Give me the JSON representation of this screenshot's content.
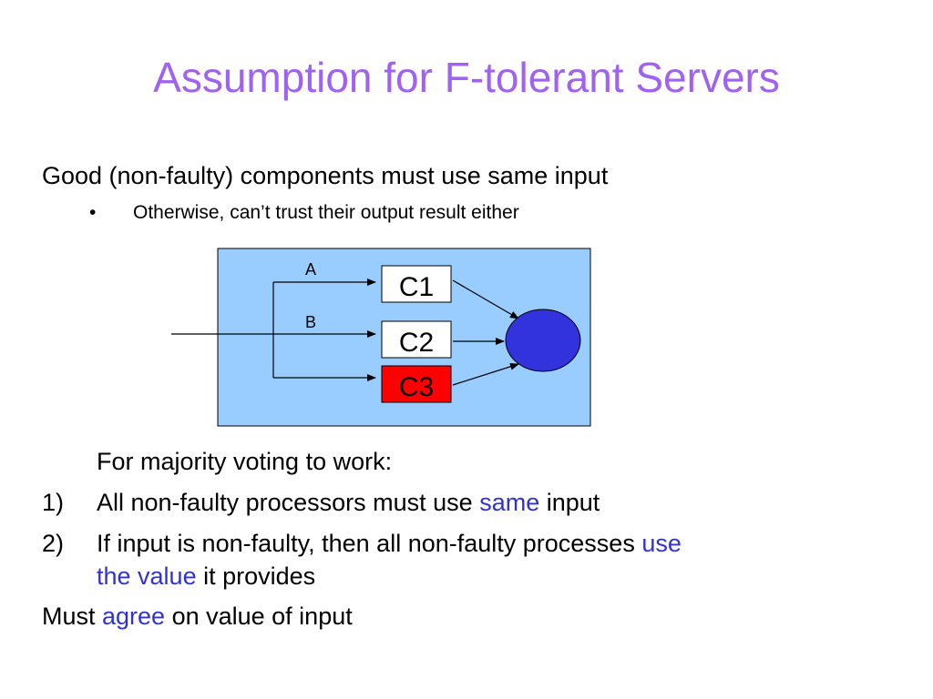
{
  "slide": {
    "title": "Assumption for F-tolerant Servers",
    "line1": "Good (non-faulty) components must use same input",
    "bullet_glyph": "•",
    "bullet1": "Otherwise, can’t trust their output result either"
  },
  "diagram": {
    "label_a": "A",
    "label_b": "B",
    "c1": "C1",
    "c2": "C2",
    "c3": "C3",
    "colors": {
      "panel": "#99ccff",
      "faulty": "#ff0000",
      "voter": "#3333dd"
    }
  },
  "conditions": {
    "intro": "For majority voting to work:",
    "item1": {
      "num": "1)",
      "pre": "All non-faulty processors must use ",
      "hl": "same",
      "post": " input"
    },
    "item2": {
      "num": "2)",
      "pre": "If input is non-faulty, then all non-faulty processes ",
      "hl1": "use",
      "hl2": "the value",
      "post": " it provides"
    },
    "final": {
      "pre": "Must ",
      "hl": "agree",
      "post": " on value of input"
    }
  }
}
